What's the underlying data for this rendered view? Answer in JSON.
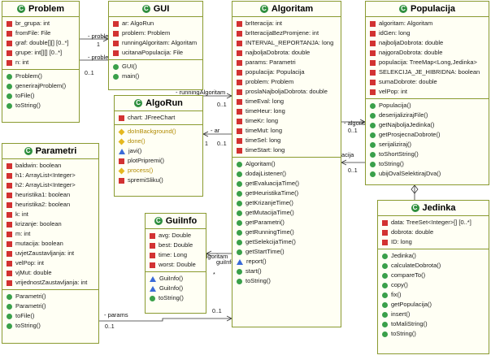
{
  "classes": {
    "problem": {
      "name": "Problem",
      "attributes": [
        "br_grupa: int",
        "fromFile: File",
        "graf: double[][] [0..*]",
        "grupe: int[][] [0..*]",
        "n: int"
      ],
      "methods": [
        "Problem()",
        "generirajProblem()",
        "toFile()",
        "toString()"
      ]
    },
    "gui": {
      "name": "GUI",
      "attributes": [
        "ar: AlgoRun",
        "problem: Problem",
        "runningAlgoritam: Algoritam",
        "ucitanaPopulacija: File"
      ],
      "methods": [
        "GUI()",
        "main()"
      ]
    },
    "algoritam": {
      "name": "Algoritam",
      "attributes": [
        "brIteracija: int",
        "brIteracijaBezPromjene: int",
        "INTERVAL_REPORTANJA: long",
        "najboljaDobrota: double",
        "params: Parametri",
        "populacija: Populacija",
        "problem: Problem",
        "proslaNajboljaDobrota: double",
        "timeEval: long",
        "timeHeur: long",
        "timeKr: long",
        "timeMut: long",
        "timeSel: long",
        "timeStart: long"
      ],
      "methods": [
        "Algoritam()",
        "dodajListener()",
        "getEvaluacijaTime()",
        "getHeuristikaTime()",
        "getKrizanjeTime()",
        "getMutacijaTime()",
        "getParametri()",
        "getRunningTime()",
        "getSelekcijaTime()",
        "getStartTime()",
        "report()",
        "start()",
        "toString()"
      ]
    },
    "populacija": {
      "name": "Populacija",
      "attributes": [
        "algoritam: Algoritam",
        "idGen: long",
        "najboljaDobrota: double",
        "najgoraDobrota: double",
        "populacija: TreeMap<Long,Jedinka>",
        "SELEKCIJA_JE_HIBRIDNA: boolean",
        "sumaDobrote: double",
        "velPop: int"
      ],
      "methods": [
        "Populacija()",
        "deserijalizirajFile()",
        "getNajboljaJedinka()",
        "getProsjecnaDobrote()",
        "serijaliziraj()",
        "toShortString()",
        "toString()",
        "ubijOvalSelektirajDva()"
      ]
    },
    "algorun": {
      "name": "AlgoRun",
      "attributes": [
        "chart: JFreeChart"
      ],
      "methods": [
        "doInBackground()",
        "done()",
        "javi()",
        "plotPripremi()",
        "process()",
        "spremiSliku()"
      ]
    },
    "parametri": {
      "name": "Parametri",
      "attributes": [
        "baldwin: boolean",
        "h1: ArrayList<Integer>",
        "h2: ArrayList<Integer>",
        "heuristika1: boolean",
        "heuristika2: boolean",
        "k: int",
        "krizanje: boolean",
        "m: int",
        "mutacija: boolean",
        "uvjetZaustavljanja: int",
        "velPop: int",
        "vjMut: double",
        "vrijednostZaustavljanja: int"
      ],
      "methods": [
        "Parametri()",
        "Parametri()",
        "toFile()",
        "toString()"
      ]
    },
    "guiinfo": {
      "name": "GuiInfo",
      "attributes": [
        "avg: Double",
        "best: Double",
        "time: Long",
        "worst: Double"
      ],
      "methods": [
        "GuiInfo()",
        "GuiInfo()",
        "toString()"
      ]
    },
    "jedinka": {
      "name": "Jedinka",
      "attributes": [
        "data: TreeSet<Integer>[] [0..*]",
        "dobrota: double",
        "ID: long"
      ],
      "methods": [
        "Jedinka()",
        "calculateDobrota()",
        "compareTo()",
        "copy()",
        "fix()",
        "getPopulacija()",
        "insert()",
        "toMaliString()",
        "toString()"
      ]
    }
  },
  "associations": {
    "gui_problem_1": "- problem",
    "gui_problem_2": "- problem",
    "gui_algoritam": "- runningAlgoritam",
    "algorun_gui": "- ar",
    "algoritam_populacija_1": "- algoritam",
    "algoritam_populacija_2": "- populacija",
    "algoritam_parametri": "- params",
    "guiinfo_algoritam_a": "- algoritam",
    "guiinfo_algoritam_b": "guiInfo"
  },
  "multiplicities": {
    "m1": "1",
    "m2": "0..1",
    "m3": "0..1",
    "m4": "1",
    "m5": "0..1",
    "m6": "0..1",
    "m7": "0..1",
    "m8": "0..1",
    "m9": "0..1",
    "m10": "*",
    "m11": "1"
  },
  "colors": {
    "border": "#8a9a30",
    "box_fill": "#fffff4",
    "class_icon": "#2f8f3f",
    "private_icon": "#d23232",
    "public_icon": "#3aa04a",
    "protected_icon": "#e5b820",
    "package_icon": "#3a6ad8"
  }
}
